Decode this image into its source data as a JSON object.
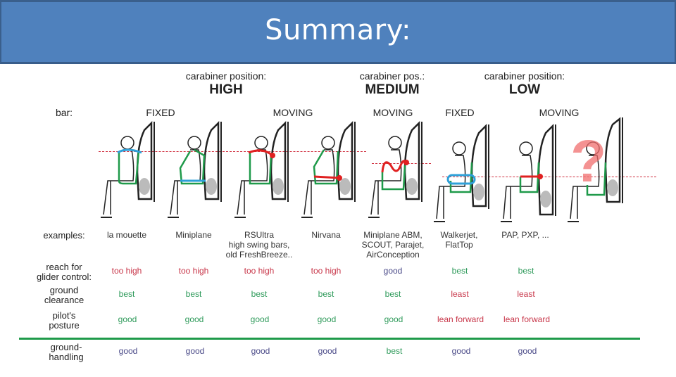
{
  "title": "Summary:",
  "carabiner_groups": [
    {
      "label": "carabiner position:",
      "value": "HIGH"
    },
    {
      "label": "carabiner pos.:",
      "value": "MEDIUM"
    },
    {
      "label": "carabiner position:",
      "value": "LOW"
    }
  ],
  "bar_row": {
    "label": "bar:",
    "types": [
      "FIXED",
      "MOVING",
      "MOVING",
      "FIXED",
      "MOVING"
    ]
  },
  "question_mark": "?",
  "rows": {
    "examples": {
      "label": "examples:",
      "values": [
        "la mouette",
        "Miniplane",
        "RSUltra\nhigh swing bars,\nold FreshBreeze..",
        "Nirvana",
        "Miniplane ABM,\nSCOUT, Parajet,\nAirConception",
        "Walkerjet,\nFlatTop",
        "PAP, PXP, ..."
      ]
    },
    "reach": {
      "label": "reach for\nglider control:",
      "values": [
        "too high",
        "too high",
        "too high",
        "too high",
        "good",
        "best",
        "best"
      ]
    },
    "clearance": {
      "label": "ground\nclearance",
      "values": [
        "best",
        "best",
        "best",
        "best",
        "best",
        "least",
        "least"
      ]
    },
    "posture": {
      "label": "pilot's\nposture",
      "values": [
        "good",
        "good",
        "good",
        "good",
        "good",
        "lean forward",
        "lean forward"
      ]
    },
    "groundhandling": {
      "label": "ground-\nhandling",
      "values": [
        "good",
        "good",
        "good",
        "good",
        "best",
        "good",
        "good"
      ]
    }
  },
  "colors": {
    "title_bg": "#4f81bd",
    "negative": "#c8374a",
    "positive": "#2e9a5a",
    "neutral": "#4a4a88",
    "divider": "#1f9a4a",
    "harness_green": "#1f9a4a",
    "bar_blue": "#2ea0d8",
    "bar_red": "#e02020"
  }
}
